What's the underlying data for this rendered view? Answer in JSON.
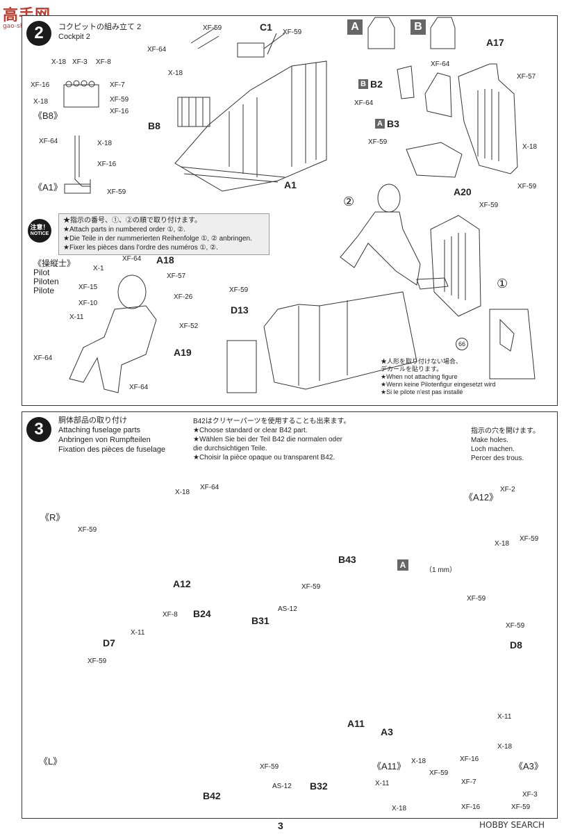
{
  "watermark": {
    "logo": "高手网",
    "url": "gao-shou.net"
  },
  "step2": {
    "number": "2",
    "title_jp": "コクピットの組み立て 2",
    "title_en": "Cockpit 2",
    "subassembly_b8": "《B8》",
    "subassembly_a1": "《A1》",
    "pilot_header": [
      "《操縦士》",
      "Pilot",
      "Piloten",
      "Pilote"
    ],
    "notice": {
      "badge_jp": "注意！",
      "badge_en": "NOTICE",
      "lines": [
        "★指示の番号、①、②の順で取り付けます。",
        "★Attach parts in numbered order ①, ②.",
        "★Die Teile in der nummerierten Reihenfolge ①, ② anbringen.",
        "★Fixer les pièces dans l'ordre des numéros ①, ②."
      ]
    },
    "no_figure_note": [
      "★人形を取り付けない場合、",
      "デカールを貼ります。",
      "★When not attaching figure",
      "★Wenn keine Pilotenfigur eingesetzt wird",
      "★Si le pilote n'est pas installé"
    ],
    "variant_a": "A",
    "variant_b": "B",
    "circle1": "①",
    "circle2": "②",
    "decal_num": "66",
    "part_labels": {
      "c1": "C1",
      "b8": "B8",
      "a1": "A1",
      "a17": "A17",
      "b2": "B2",
      "b3": "B3",
      "a20": "A20",
      "a18": "A18",
      "a19": "A19",
      "d13": "D13"
    },
    "paint": {
      "x18": "X-18",
      "xf3": "XF-3",
      "xf8": "XF-8",
      "xf16": "XF-16",
      "xf7": "XF-7",
      "xf59": "XF-59",
      "xf64": "XF-64",
      "xf57": "XF-57",
      "x1": "X-1",
      "xf15": "XF-15",
      "xf10": "XF-10",
      "x11": "X-11",
      "xf26": "XF-26",
      "xf52": "XF-52"
    }
  },
  "step3": {
    "number": "3",
    "title_jp": "胴体部品の取り付け",
    "title_en": "Attaching fuselage parts",
    "title_de": "Anbringen von Rumpfteilen",
    "title_fr": "Fixation des pièces de fuselage",
    "b42_note": [
      "B42はクリヤーパーツを使用することも出来ます。",
      "★Choose standard or clear B42 part.",
      "★Wählen Sie bei der Teil B42 die normalen oder",
      "die durchsichtigen Teile.",
      "★Choisir la pièce opaque ou transparent B42."
    ],
    "holes_note": [
      "指示の穴を開けます。",
      "Make holes.",
      "Loch machen.",
      "Percer des trous."
    ],
    "side_r": "《R》",
    "side_l": "《L》",
    "sub_a12": "《A12》",
    "sub_a11": "《A11》",
    "sub_a3": "《A3》",
    "variant_a": "A",
    "drill_size": "（1 mm）",
    "part_labels": {
      "a12": "A12",
      "b24": "B24",
      "b31": "B31",
      "d7": "D7",
      "b43": "B43",
      "d8": "D8",
      "a11": "A11",
      "a3": "A3",
      "b42": "B42",
      "b32": "B32"
    },
    "paint": {
      "x18": "X-18",
      "xf64": "XF-64",
      "xf59": "XF-59",
      "xf8": "XF-8",
      "x11": "X-11",
      "as12": "AS-12",
      "xf2": "XF-2",
      "xf16": "XF-16",
      "xf7": "XF-7",
      "xf3": "XF-3"
    }
  },
  "footer": {
    "page": "3",
    "brand": "HOBBY SEARCH"
  }
}
